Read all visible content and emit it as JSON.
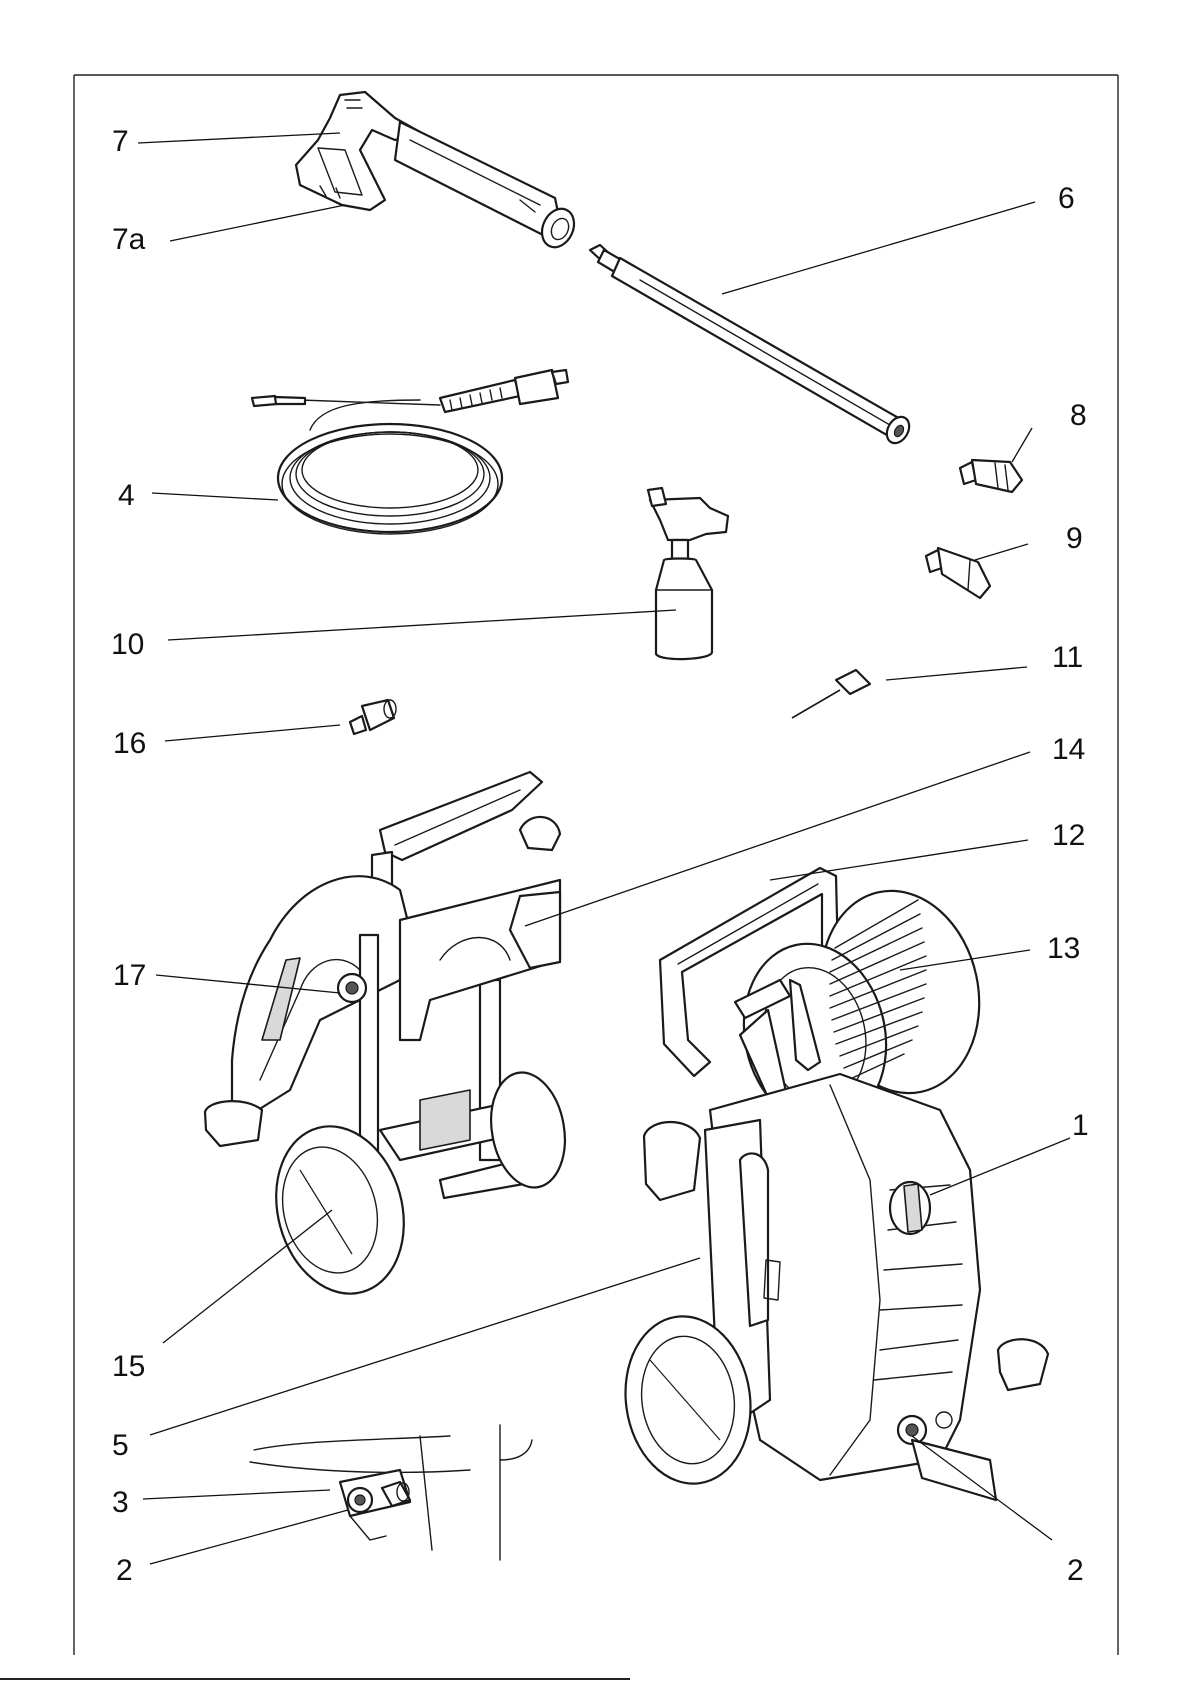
{
  "callouts": [
    {
      "id": "7",
      "text": "7"
    },
    {
      "id": "7a",
      "text": "7a"
    },
    {
      "id": "6",
      "text": "6"
    },
    {
      "id": "4",
      "text": "4"
    },
    {
      "id": "8",
      "text": "8"
    },
    {
      "id": "9",
      "text": "9"
    },
    {
      "id": "10",
      "text": "10"
    },
    {
      "id": "11",
      "text": "11"
    },
    {
      "id": "16",
      "text": "16"
    },
    {
      "id": "14",
      "text": "14"
    },
    {
      "id": "12",
      "text": "12"
    },
    {
      "id": "13",
      "text": "13"
    },
    {
      "id": "17",
      "text": "17"
    },
    {
      "id": "1",
      "text": "1"
    },
    {
      "id": "15",
      "text": "15"
    },
    {
      "id": "5",
      "text": "5"
    },
    {
      "id": "3",
      "text": "3"
    },
    {
      "id": "2a",
      "text": "2"
    },
    {
      "id": "2b",
      "text": "2"
    }
  ]
}
